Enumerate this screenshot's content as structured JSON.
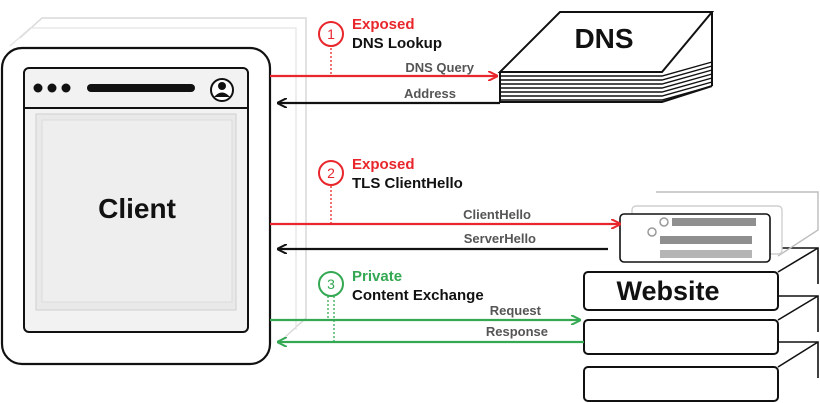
{
  "client": {
    "label": "Client"
  },
  "dns": {
    "label": "DNS"
  },
  "website": {
    "label": "Website"
  },
  "steps": [
    {
      "number": "1",
      "status": "Exposed",
      "title": "DNS Lookup",
      "color": "#e8262b"
    },
    {
      "number": "2",
      "status": "Exposed",
      "title": "TLS ClientHello",
      "color": "#e8262b"
    },
    {
      "number": "3",
      "status": "Private",
      "title": "Content Exchange",
      "color": "#34a853"
    }
  ],
  "arrows": {
    "dns_query": "DNS Query",
    "address": "Address",
    "client_hello": "ClientHello",
    "server_hello": "ServerHello",
    "request": "Request",
    "response": "Response"
  },
  "colors": {
    "exposed": "#e8262b",
    "private": "#34a853",
    "outline": "#111111",
    "muted": "#555555"
  }
}
